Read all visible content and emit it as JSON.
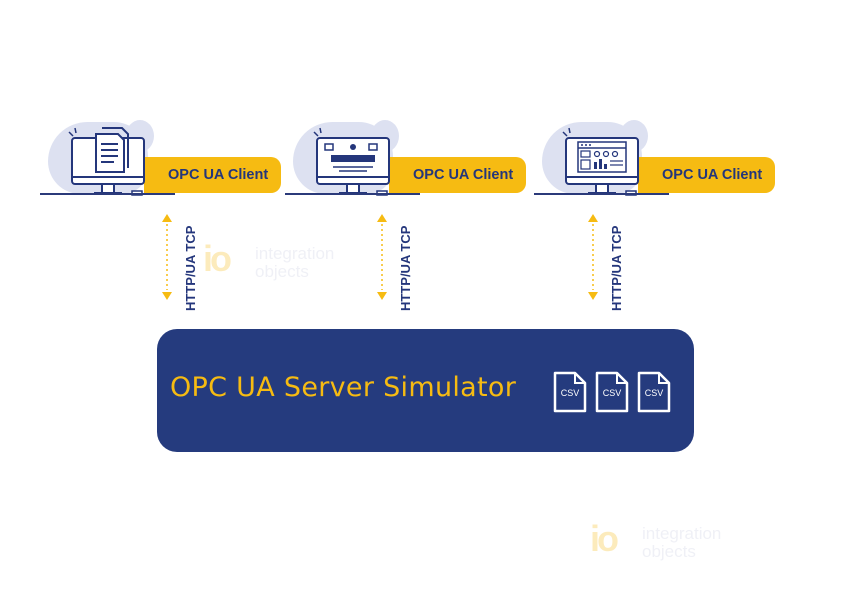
{
  "clients": [
    {
      "label": "OPC UA Client",
      "icon": "document-icon"
    },
    {
      "label": "OPC UA Client",
      "icon": "web-page-icon"
    },
    {
      "label": "OPC UA Client",
      "icon": "dashboard-icon"
    }
  ],
  "links": [
    {
      "protocol": "HTTP/UA TCP"
    },
    {
      "protocol": "HTTP/UA TCP"
    },
    {
      "protocol": "HTTP/UA TCP"
    }
  ],
  "server": {
    "title": "OPC UA Server Simulator",
    "files": [
      "CSV",
      "CSV",
      "CSV"
    ]
  },
  "watermark": {
    "logo_mark": "io",
    "line1": "integration",
    "line2": "objects"
  },
  "colors": {
    "navy": "#253b7e",
    "accent": "#f6bb12",
    "blob": "#dde1f1"
  }
}
